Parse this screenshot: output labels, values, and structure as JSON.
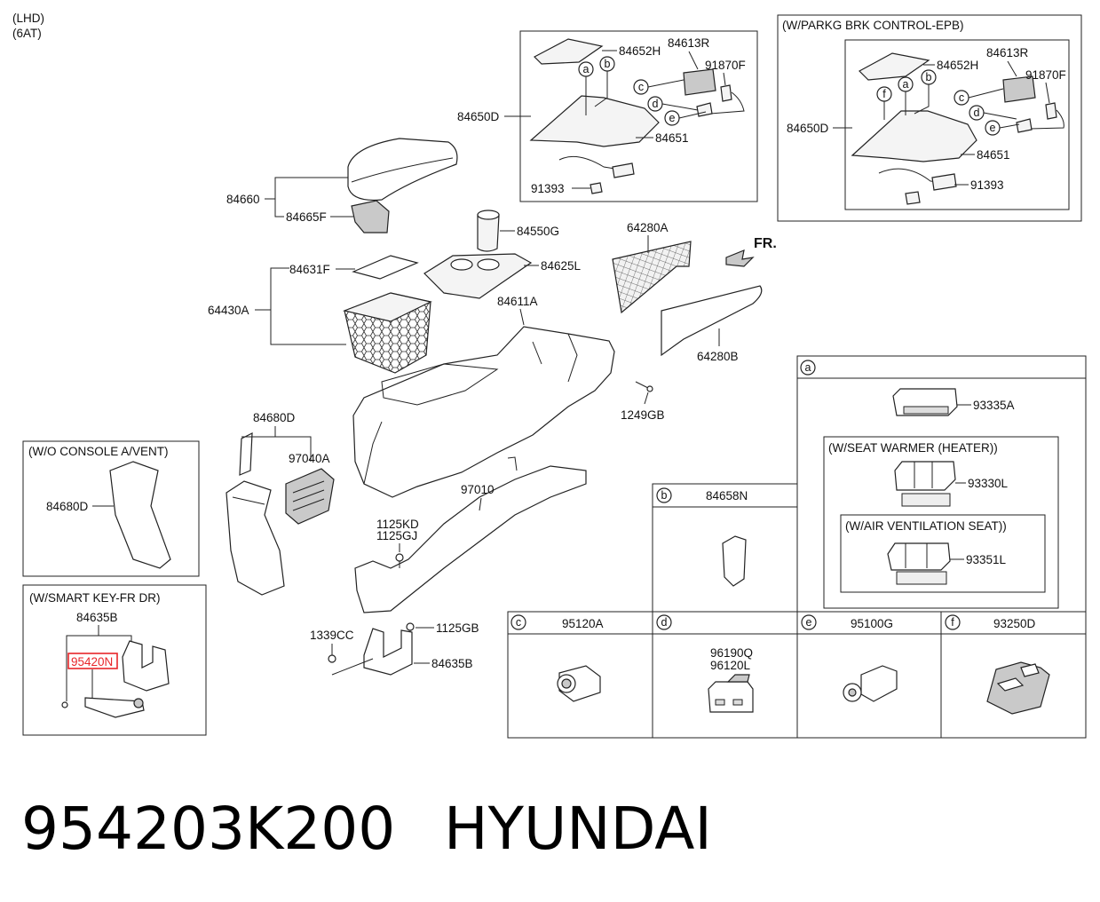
{
  "header": {
    "line1": "(LHD)",
    "line2": "(6AT)"
  },
  "footer": {
    "part_number": "954203K200",
    "brand": "HYUNDAI"
  },
  "boxes": {
    "epb": "(W/PARKG BRK CONTROL-EPB)",
    "wo_vent": "(W/O CONSOLE A/VENT)",
    "smart_key": "(W/SMART KEY-FR DR)",
    "seat_warmer": "(W/SEAT WARMER (HEATER))",
    "air_vent_seat": "(W/AIR VENTILATION SEAT))"
  },
  "callouts": {
    "a": "a",
    "b": "b",
    "c": "c",
    "d": "d",
    "e": "e",
    "f": "f"
  },
  "labels": {
    "p84652H": "84652H",
    "p84613R": "84613R",
    "p91870F": "91870F",
    "p84650D": "84650D",
    "p84651": "84651",
    "p91393": "91393",
    "p84660": "84660",
    "p84665F": "84665F",
    "p84550G": "84550G",
    "p84625L": "84625L",
    "p64280A": "64280A",
    "fr": "FR.",
    "p84631F": "84631F",
    "p64430A": "64430A",
    "p84611A": "84611A",
    "p64280B": "64280B",
    "p1249GB": "1249GB",
    "p84680D": "84680D",
    "p97040A": "97040A",
    "p97010": "97010",
    "p1125KD": "1125KD",
    "p1125GJ": "1125GJ",
    "p1339CC": "1339CC",
    "p1125GB": "1125GB",
    "p84635B": "84635B",
    "p95420N": "95420N",
    "p93335A": "93335A",
    "p93330L": "93330L",
    "p93351L": "93351L",
    "p84658N": "84658N",
    "p95120A": "95120A",
    "p96190Q": "96190Q",
    "p96120L": "96120L",
    "p95100G": "95100G",
    "p93250D": "93250D"
  },
  "colors": {
    "highlight": "#e8262a",
    "line": "#222222",
    "background": "#ffffff"
  }
}
